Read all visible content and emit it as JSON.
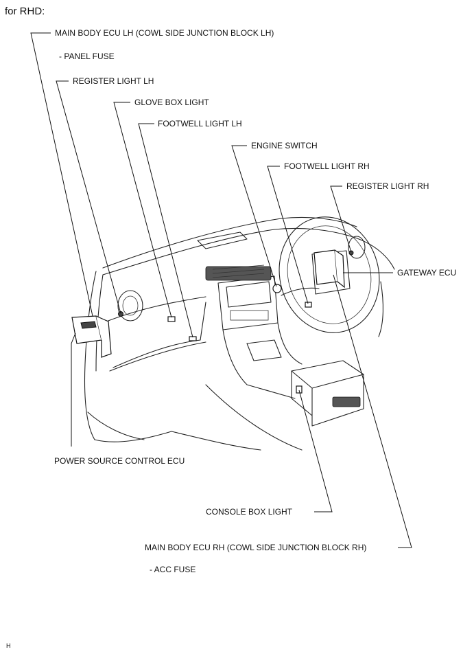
{
  "heading": "for RHD:",
  "corner_mark": "H",
  "labels": {
    "main_body_ecu_lh": "MAIN BODY ECU LH (COWL SIDE JUNCTION BLOCK LH)",
    "panel_fuse": "- PANEL FUSE",
    "register_light_lh": "REGISTER LIGHT  LH",
    "glove_box_light": "GLOVE BOX LIGHT",
    "footwell_light_lh": "FOOTWELL LIGHT  LH",
    "engine_switch": "ENGINE SWITCH",
    "footwell_light_rh": "FOOTWELL LIGHT  RH",
    "register_light_rh": "REGISTER LIGHT  RH",
    "gateway_ecu": "GATEWAY ECU",
    "power_source_control_ecu": "POWER SOURCE CONTROL ECU",
    "console_box_light": "CONSOLE BOX LIGHT",
    "main_body_ecu_rh": "MAIN BODY ECU RH (COWL SIDE JUNCTION BLOCK RH)",
    "acc_fuse": "- ACC FUSE"
  }
}
